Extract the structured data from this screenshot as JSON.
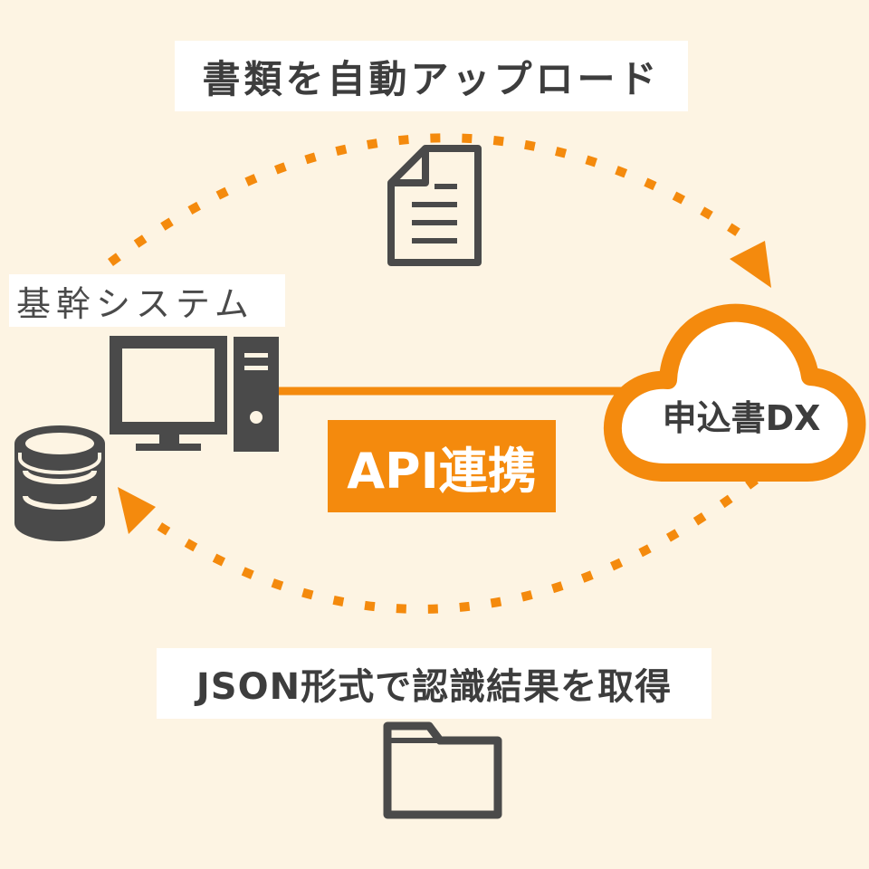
{
  "labels": {
    "upload": "書類を自動アップロード",
    "retrieve": "JSON形式で認識結果を取得",
    "system": "基幹システム",
    "api": "API連携",
    "cloud": "申込書DX"
  },
  "colors": {
    "background": "#fdf4e3",
    "accent": "#f48a0d",
    "icon": "#4a4a4a"
  },
  "icons": [
    "document-icon",
    "computer-icon",
    "database-icon",
    "cloud-icon",
    "folder-icon",
    "arrow-head-icon"
  ]
}
